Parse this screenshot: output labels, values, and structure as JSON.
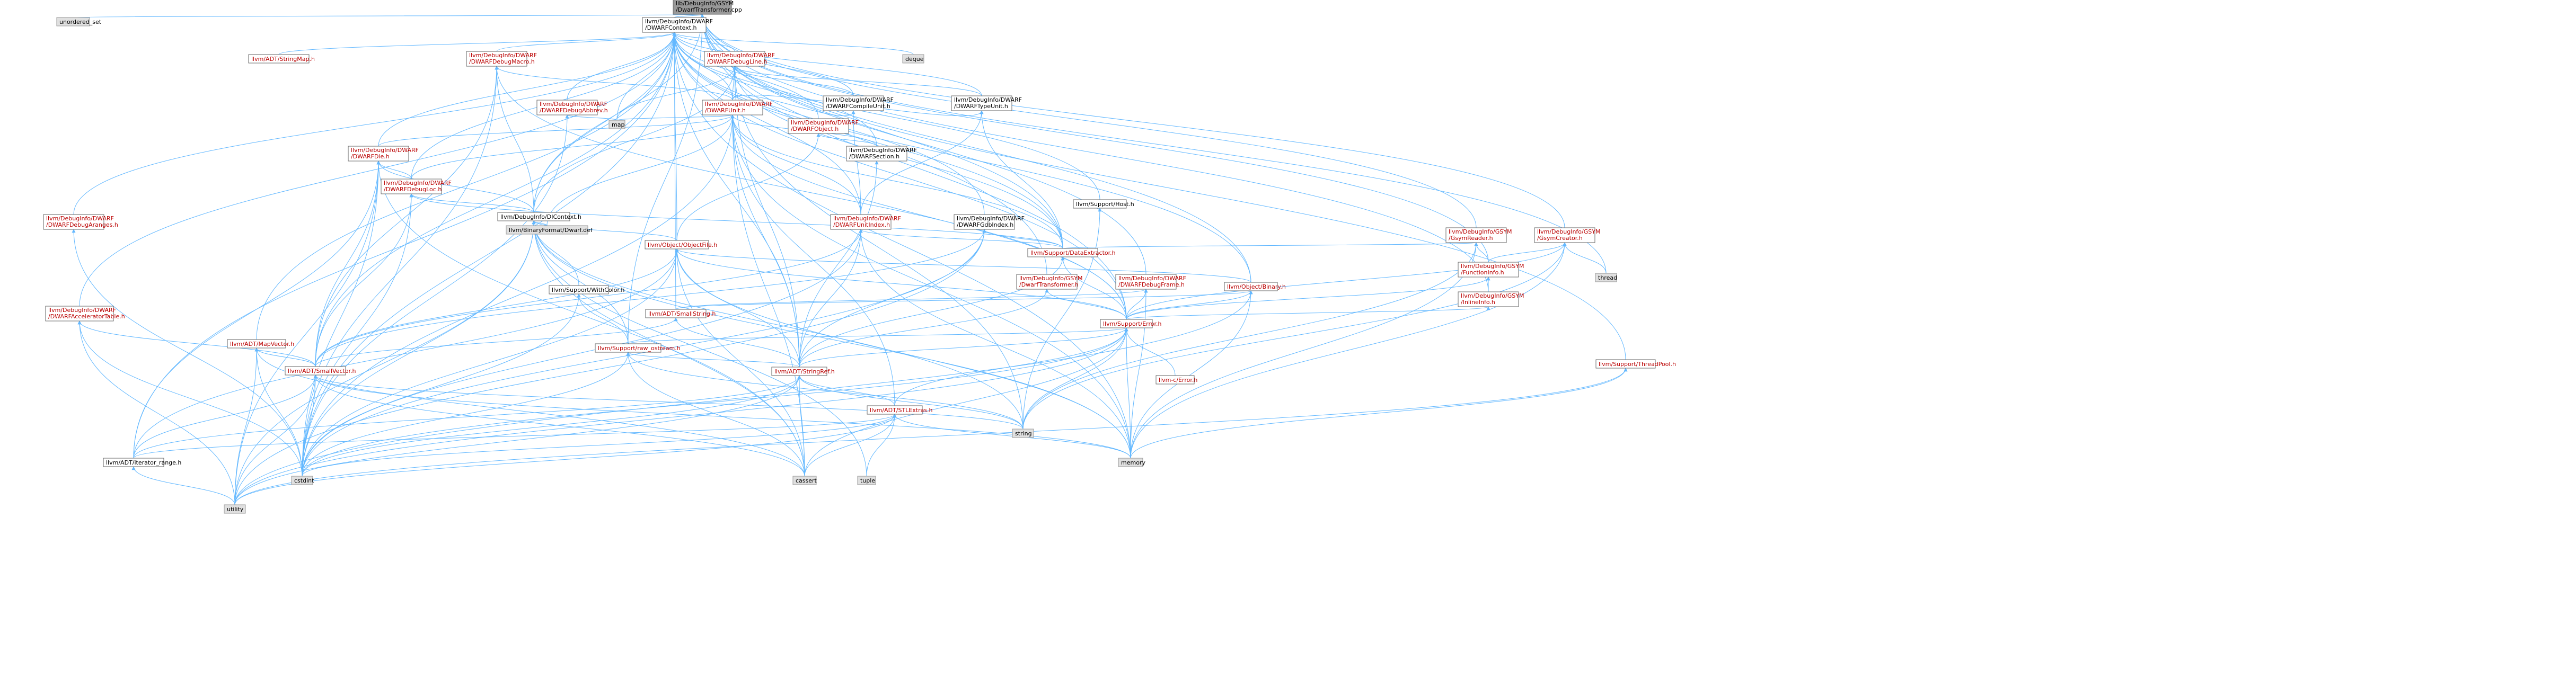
{
  "diagram": {
    "type": "include-dependency-graph",
    "colors": {
      "edge": "#63B8FF",
      "root_fill": "#999999",
      "root_stroke": "#666666",
      "node_fill": "#ffffff",
      "node_stroke": "#666666",
      "link_text": "#BA0000",
      "plain_text": "#000000",
      "system_fill": "#E0E0E0",
      "system_stroke": "#999999"
    },
    "nodes": [
      {
        "id": "root",
        "lines": [
          "lib/DebugInfo/GSYM",
          "/DwarfTransformer.cpp"
        ],
        "kind": "root"
      },
      {
        "id": "unordered_set",
        "lines": [
          "unordered_set"
        ],
        "kind": "system"
      },
      {
        "id": "dwarfcontext",
        "lines": [
          "llvm/DebugInfo/DWARF",
          "/DWARFContext.h"
        ],
        "kind": "plain"
      },
      {
        "id": "stringmap",
        "lines": [
          "llvm/ADT/StringMap.h"
        ],
        "kind": "link"
      },
      {
        "id": "debugmacro",
        "lines": [
          "llvm/DebugInfo/DWARF",
          "/DWARFDebugMacro.h"
        ],
        "kind": "link"
      },
      {
        "id": "debugline",
        "lines": [
          "llvm/DebugInfo/DWARF",
          "/DWARFDebugLine.h"
        ],
        "kind": "link"
      },
      {
        "id": "deque",
        "lines": [
          "deque"
        ],
        "kind": "system"
      },
      {
        "id": "compileunit",
        "lines": [
          "llvm/DebugInfo/DWARF",
          "/DWARFCompileUnit.h"
        ],
        "kind": "plain"
      },
      {
        "id": "typeunit",
        "lines": [
          "llvm/DebugInfo/DWARF",
          "/DWARFTypeUnit.h"
        ],
        "kind": "plain"
      },
      {
        "id": "debugabbrev",
        "lines": [
          "llvm/DebugInfo/DWARF",
          "/DWARFDebugAbbrev.h"
        ],
        "kind": "link"
      },
      {
        "id": "dwarfunit",
        "lines": [
          "llvm/DebugInfo/DWARF",
          "/DWARFUnit.h"
        ],
        "kind": "link"
      },
      {
        "id": "dwarfobject",
        "lines": [
          "llvm/DebugInfo/DWARF",
          "/DWARFObject.h"
        ],
        "kind": "link"
      },
      {
        "id": "map",
        "lines": [
          "map"
        ],
        "kind": "system"
      },
      {
        "id": "dwarfdie",
        "lines": [
          "llvm/DebugInfo/DWARF",
          "/DWARFDie.h"
        ],
        "kind": "link"
      },
      {
        "id": "dwarfsection",
        "lines": [
          "llvm/DebugInfo/DWARF",
          "/DWARFSection.h"
        ],
        "kind": "plain"
      },
      {
        "id": "debugloc",
        "lines": [
          "llvm/DebugInfo/DWARF",
          "/DWARFDebugLoc.h"
        ],
        "kind": "link"
      },
      {
        "id": "dicontext",
        "lines": [
          "llvm/DebugInfo/DIContext.h"
        ],
        "kind": "plain"
      },
      {
        "id": "dwarfdef",
        "lines": [
          "llvm/BinaryFormat/Dwarf.def"
        ],
        "kind": "system"
      },
      {
        "id": "debugaranges",
        "lines": [
          "llvm/DebugInfo/DWARF",
          "/DWARFDebugAranges.h"
        ],
        "kind": "link"
      },
      {
        "id": "unitindex",
        "lines": [
          "llvm/DebugInfo/DWARF",
          "/DWARFUnitIndex.h"
        ],
        "kind": "link"
      },
      {
        "id": "gdbindex",
        "lines": [
          "llvm/DebugInfo/DWARF",
          "/DWARFGdbIndex.h"
        ],
        "kind": "plain"
      },
      {
        "id": "objectfile",
        "lines": [
          "llvm/Object/ObjectFile.h"
        ],
        "kind": "link"
      },
      {
        "id": "withcolor",
        "lines": [
          "llvm/Support/WithColor.h"
        ],
        "kind": "plain"
      },
      {
        "id": "dataextractor",
        "lines": [
          "llvm/Support/DataExtractor.h"
        ],
        "kind": "link"
      },
      {
        "id": "supporthost",
        "lines": [
          "llvm/Support/Host.h"
        ],
        "kind": "plain"
      },
      {
        "id": "accelerator",
        "lines": [
          "llvm/DebugInfo/DWARF",
          "/DWARFAcceleratorTable.h"
        ],
        "kind": "link"
      },
      {
        "id": "mapvector",
        "lines": [
          "llvm/ADT/MapVector.h"
        ],
        "kind": "link"
      },
      {
        "id": "smallstring",
        "lines": [
          "llvm/ADT/SmallString.h"
        ],
        "kind": "link"
      },
      {
        "id": "rawostream",
        "lines": [
          "llvm/Support/raw_ostream.h"
        ],
        "kind": "link"
      },
      {
        "id": "smallvector",
        "lines": [
          "llvm/ADT/SmallVector.h"
        ],
        "kind": "link"
      },
      {
        "id": "iteratorrange",
        "lines": [
          "llvm/ADT/iterator_range.h"
        ],
        "kind": "plain"
      },
      {
        "id": "cstdint",
        "lines": [
          "cstdint"
        ],
        "kind": "system"
      },
      {
        "id": "utility",
        "lines": [
          "utility"
        ],
        "kind": "system"
      },
      {
        "id": "stringref",
        "lines": [
          "llvm/ADT/StringRef.h"
        ],
        "kind": "link"
      },
      {
        "id": "stlextras",
        "lines": [
          "llvm/ADT/STLExtras.h"
        ],
        "kind": "link"
      },
      {
        "id": "cassert",
        "lines": [
          "cassert"
        ],
        "kind": "system"
      },
      {
        "id": "tuple",
        "lines": [
          "tuple"
        ],
        "kind": "system"
      },
      {
        "id": "string",
        "lines": [
          "string"
        ],
        "kind": "system"
      },
      {
        "id": "memory",
        "lines": [
          "memory"
        ],
        "kind": "system"
      },
      {
        "id": "binary",
        "lines": [
          "llvm/Object/Binary.h"
        ],
        "kind": "link"
      },
      {
        "id": "supporterror",
        "lines": [
          "llvm/Support/Error.h"
        ],
        "kind": "link"
      },
      {
        "id": "cerror",
        "lines": [
          "llvm-c/Error.h"
        ],
        "kind": "link"
      },
      {
        "id": "dwarftransformer",
        "lines": [
          "llvm/DebugInfo/GSYM",
          "/DwarfTransformer.h"
        ],
        "kind": "link"
      },
      {
        "id": "debugframe",
        "lines": [
          "llvm/DebugInfo/DWARF",
          "/DWARFDebugFrame.h"
        ],
        "kind": "link"
      },
      {
        "id": "gsymreader",
        "lines": [
          "llvm/DebugInfo/GSYM",
          "/GsymReader.h"
        ],
        "kind": "link"
      },
      {
        "id": "gsymcreator",
        "lines": [
          "llvm/DebugInfo/GSYM",
          "/GsymCreator.h"
        ],
        "kind": "link"
      },
      {
        "id": "functioninfo",
        "lines": [
          "llvm/DebugInfo/GSYM",
          "/FunctionInfo.h"
        ],
        "kind": "link"
      },
      {
        "id": "inlineinfo",
        "lines": [
          "llvm/DebugInfo/GSYM",
          "/InlineInfo.h"
        ],
        "kind": "link"
      },
      {
        "id": "thread",
        "lines": [
          "thread"
        ],
        "kind": "system"
      },
      {
        "id": "threadpool",
        "lines": [
          "llvm/Support/ThreadPool.h"
        ],
        "kind": "link"
      }
    ],
    "edges": [
      [
        "root",
        "dwarfcontext"
      ],
      [
        "root",
        "unordered_set"
      ],
      [
        "root",
        "rawostream"
      ],
      [
        "root",
        "dwarftransformer"
      ],
      [
        "root",
        "supporterror"
      ],
      [
        "root",
        "gsymcreator"
      ],
      [
        "root",
        "gsymreader"
      ],
      [
        "root",
        "functioninfo"
      ],
      [
        "root",
        "inlineinfo"
      ],
      [
        "root",
        "thread"
      ],
      [
        "root",
        "threadpool"
      ],
      [
        "root",
        "dicontext"
      ],
      [
        "root",
        "binary"
      ],
      [
        "root",
        "debugframe"
      ],
      [
        "root",
        "dataextractor"
      ],
      [
        "dwarfcontext",
        "stringmap"
      ],
      [
        "dwarfcontext",
        "debugmacro"
      ],
      [
        "dwarfcontext",
        "debugline"
      ],
      [
        "dwarfcontext",
        "deque"
      ],
      [
        "dwarfcontext",
        "compileunit"
      ],
      [
        "dwarfcontext",
        "typeunit"
      ],
      [
        "dwarfcontext",
        "debugabbrev"
      ],
      [
        "dwarfcontext",
        "dwarfunit"
      ],
      [
        "dwarfcontext",
        "dwarfobject"
      ],
      [
        "dwarfcontext",
        "map"
      ],
      [
        "dwarfcontext",
        "dwarfdie"
      ],
      [
        "dwarfcontext",
        "debugloc"
      ],
      [
        "dwarfcontext",
        "dicontext"
      ],
      [
        "dwarfcontext",
        "debugaranges"
      ],
      [
        "dwarfcontext",
        "unitindex"
      ],
      [
        "dwarfcontext",
        "gdbindex"
      ],
      [
        "dwarfcontext",
        "objectfile"
      ],
      [
        "dwarfcontext",
        "dataextractor"
      ],
      [
        "dwarfcontext",
        "supporthost"
      ],
      [
        "dwarfcontext",
        "accelerator"
      ],
      [
        "dwarfcontext",
        "mapvector"
      ],
      [
        "dwarfcontext",
        "smallstring"
      ],
      [
        "dwarfcontext",
        "smallvector"
      ],
      [
        "dwarfcontext",
        "iteratorrange"
      ],
      [
        "dwarfcontext",
        "stringref"
      ],
      [
        "dwarfcontext",
        "memory"
      ],
      [
        "dwarfcontext",
        "binary"
      ],
      [
        "dwarfcontext",
        "supporterror"
      ],
      [
        "dwarfcontext",
        "cstdint"
      ],
      [
        "dwarfcontext",
        "dwarfsection"
      ],
      [
        "debugmacro",
        "dwarfunit"
      ],
      [
        "debugmacro",
        "dicontext"
      ],
      [
        "debugmacro",
        "smallvector"
      ],
      [
        "debugmacro",
        "supporterror"
      ],
      [
        "debugmacro",
        "cstdint"
      ],
      [
        "debugline",
        "compileunit"
      ],
      [
        "debugline",
        "typeunit"
      ],
      [
        "debugline",
        "dwarfunit"
      ],
      [
        "debugline",
        "dicontext"
      ],
      [
        "debugline",
        "dataextractor"
      ],
      [
        "debugline",
        "string"
      ],
      [
        "debugline",
        "map"
      ],
      [
        "debugline",
        "stringref"
      ],
      [
        "compileunit",
        "dwarfunit"
      ],
      [
        "compileunit",
        "unitindex"
      ],
      [
        "typeunit",
        "dwarfunit"
      ],
      [
        "typeunit",
        "unitindex"
      ],
      [
        "typeunit",
        "dataextractor"
      ],
      [
        "debugabbrev",
        "map"
      ],
      [
        "debugabbrev",
        "cstdint"
      ],
      [
        "dwarfunit",
        "dwarfdie"
      ],
      [
        "dwarfunit",
        "debugloc"
      ],
      [
        "dwarfunit",
        "dwarfsection"
      ],
      [
        "dwarfunit",
        "unitindex"
      ],
      [
        "dwarfunit",
        "dataextractor"
      ],
      [
        "dwarfunit",
        "stlextras"
      ],
      [
        "dwarfunit",
        "stringref"
      ],
      [
        "dwarfunit",
        "cstdint"
      ],
      [
        "dwarfunit",
        "map"
      ],
      [
        "dwarfunit",
        "memory"
      ],
      [
        "dwarfunit",
        "cassert"
      ],
      [
        "dwarfunit",
        "supporterror"
      ],
      [
        "dwarfunit",
        "dwarfdef"
      ],
      [
        "dwarfobject",
        "dwarfsection"
      ],
      [
        "dwarfobject",
        "objectfile"
      ],
      [
        "dwarfdie",
        "debugloc"
      ],
      [
        "dwarfdie",
        "dicontext"
      ],
      [
        "dwarfdie",
        "iteratorrange"
      ],
      [
        "dwarfdie",
        "smallvector"
      ],
      [
        "dwarfdie",
        "cassert"
      ],
      [
        "dwarfdie",
        "cstdint"
      ],
      [
        "dwarfdie",
        "utility"
      ],
      [
        "dwarfsection",
        "stringref"
      ],
      [
        "debugloc",
        "dicontext"
      ],
      [
        "debugloc",
        "dataextractor"
      ],
      [
        "debugloc",
        "smallvector"
      ],
      [
        "debugloc",
        "cstdint"
      ],
      [
        "dicontext",
        "objectfile"
      ],
      [
        "dicontext",
        "withcolor"
      ],
      [
        "dicontext",
        "rawostream"
      ],
      [
        "dicontext",
        "cassert"
      ],
      [
        "dicontext",
        "cstdint"
      ],
      [
        "dicontext",
        "memory"
      ],
      [
        "dicontext",
        "string"
      ],
      [
        "dicontext",
        "tuple"
      ],
      [
        "dicontext",
        "utility"
      ],
      [
        "dicontext",
        "dwarfdef"
      ],
      [
        "debugaranges",
        "cstdint"
      ],
      [
        "unitindex",
        "stringref"
      ],
      [
        "unitindex",
        "dataextractor"
      ],
      [
        "unitindex",
        "smallvector"
      ],
      [
        "unitindex",
        "cstdint"
      ],
      [
        "unitindex",
        "memory"
      ],
      [
        "gdbindex",
        "stringref"
      ],
      [
        "gdbindex",
        "dataextractor"
      ],
      [
        "gdbindex",
        "smallvector"
      ],
      [
        "gdbindex",
        "cstdint"
      ],
      [
        "gdbindex",
        "utility"
      ],
      [
        "objectfile",
        "binary"
      ],
      [
        "objectfile",
        "supporterror"
      ],
      [
        "objectfile",
        "stringref"
      ],
      [
        "objectfile",
        "iteratorrange"
      ],
      [
        "objectfile",
        "cassert"
      ],
      [
        "objectfile",
        "cstdint"
      ],
      [
        "objectfile",
        "memory"
      ],
      [
        "objectfile",
        "smallvector"
      ],
      [
        "withcolor",
        "rawostream"
      ],
      [
        "withcolor",
        "cstdint"
      ],
      [
        "dataextractor",
        "supporterror"
      ],
      [
        "dataextractor",
        "stringref"
      ],
      [
        "supporthost",
        "string"
      ],
      [
        "accelerator",
        "smallvector"
      ],
      [
        "accelerator",
        "cstdint"
      ],
      [
        "accelerator",
        "utility"
      ],
      [
        "mapvector",
        "smallvector"
      ],
      [
        "mapvector",
        "cassert"
      ],
      [
        "mapvector",
        "cstdint"
      ],
      [
        "mapvector",
        "utility"
      ],
      [
        "smallstring",
        "smallvector"
      ],
      [
        "smallstring",
        "stringref"
      ],
      [
        "rawostream",
        "stringref"
      ],
      [
        "rawostream",
        "cassert"
      ],
      [
        "rawostream",
        "cstdint"
      ],
      [
        "rawostream",
        "string"
      ],
      [
        "smallvector",
        "iteratorrange"
      ],
      [
        "smallvector",
        "cassert"
      ],
      [
        "smallvector",
        "cstdint"
      ],
      [
        "smallvector",
        "memory"
      ],
      [
        "smallvector",
        "utility"
      ],
      [
        "smallvector",
        "string"
      ],
      [
        "iteratorrange",
        "utility"
      ],
      [
        "stringref",
        "stlextras"
      ],
      [
        "stringref",
        "cassert"
      ],
      [
        "stringref",
        "cstdint"
      ],
      [
        "stringref",
        "string"
      ],
      [
        "stringref",
        "utility"
      ],
      [
        "stringref",
        "iteratorrange"
      ],
      [
        "stlextras",
        "cassert"
      ],
      [
        "stlextras",
        "cstdint"
      ],
      [
        "stlextras",
        "tuple"
      ],
      [
        "stlextras",
        "utility"
      ],
      [
        "stlextras",
        "memory"
      ],
      [
        "stlextras",
        "iteratorrange"
      ],
      [
        "binary",
        "supporterror"
      ],
      [
        "binary",
        "memory"
      ],
      [
        "binary",
        "utility"
      ],
      [
        "binary",
        "smallstring"
      ],
      [
        "supporterror",
        "cerror"
      ],
      [
        "supporterror",
        "stlextras"
      ],
      [
        "supporterror",
        "stringref"
      ],
      [
        "supporterror",
        "rawostream"
      ],
      [
        "supporterror",
        "cassert"
      ],
      [
        "supporterror",
        "cstdint"
      ],
      [
        "supporterror",
        "memory"
      ],
      [
        "supporterror",
        "string"
      ],
      [
        "supporterror",
        "utility"
      ],
      [
        "dwarftransformer",
        "stringref"
      ],
      [
        "dwarftransformer",
        "supporterror"
      ],
      [
        "debugframe",
        "supporterror"
      ],
      [
        "debugframe",
        "memory"
      ],
      [
        "debugframe",
        "smallstring"
      ],
      [
        "gsymreader",
        "functioninfo"
      ],
      [
        "gsymreader",
        "dataextractor"
      ],
      [
        "gsymreader",
        "memory"
      ],
      [
        "gsymreader",
        "string"
      ],
      [
        "gsymcreator",
        "functioninfo"
      ],
      [
        "gsymcreator",
        "supporterror"
      ],
      [
        "gsymcreator",
        "thread"
      ],
      [
        "gsymcreator",
        "memory"
      ],
      [
        "gsymcreator",
        "string"
      ],
      [
        "functioninfo",
        "inlineinfo"
      ],
      [
        "functioninfo",
        "supporterror"
      ],
      [
        "inlineinfo",
        "supporterror"
      ],
      [
        "threadpool",
        "utility"
      ],
      [
        "threadpool",
        "memory"
      ]
    ]
  }
}
